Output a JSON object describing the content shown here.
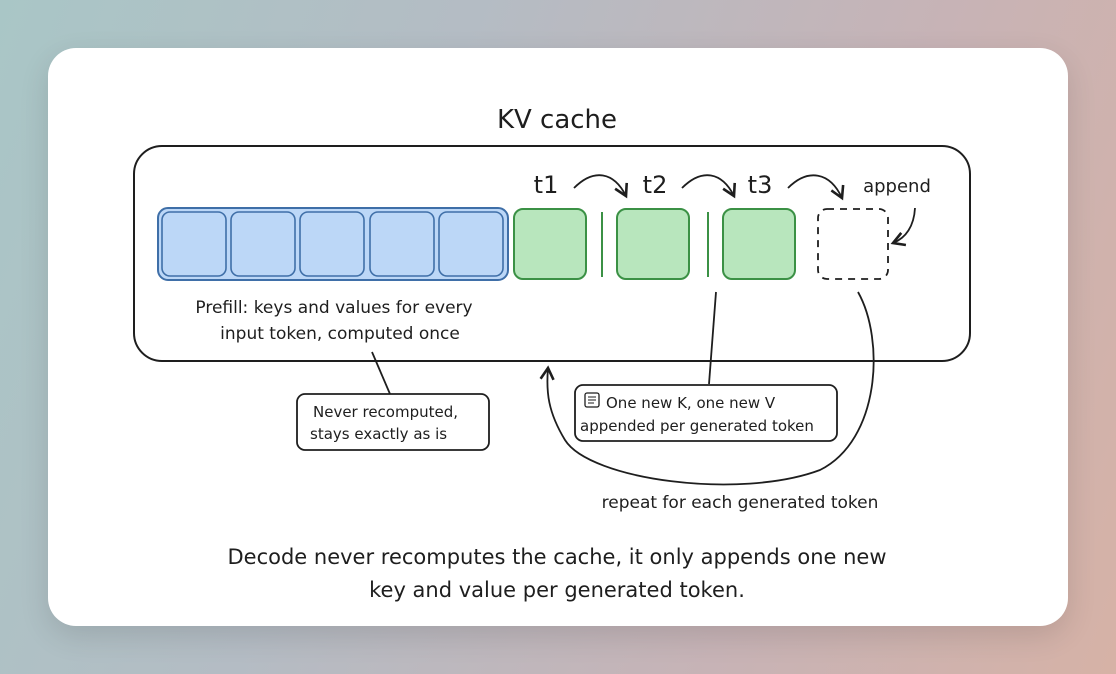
{
  "diagram": {
    "title": "KV cache",
    "step_labels": [
      "t1",
      "t2",
      "t3"
    ],
    "append_label": "append",
    "prefill_caption": [
      "Prefill: keys and values for every",
      "input token, computed once"
    ],
    "never_note": [
      "Never recomputed,",
      "stays exactly as is"
    ],
    "new_kv_note": [
      "One new K, one new V",
      "appended per generated token"
    ],
    "repeat_label": "repeat for each generated token",
    "footer": [
      "Decode never recomputes the cache, it only appends one new",
      "key and value per generated token."
    ],
    "colors": {
      "prefill_fill": "#bcd7f7",
      "prefill_stroke": "#3f6fa8",
      "generated_fill": "#b8e6bd",
      "generated_stroke": "#3b9145",
      "ink": "#1e1e1e"
    },
    "icons": [
      "note-icon"
    ]
  }
}
